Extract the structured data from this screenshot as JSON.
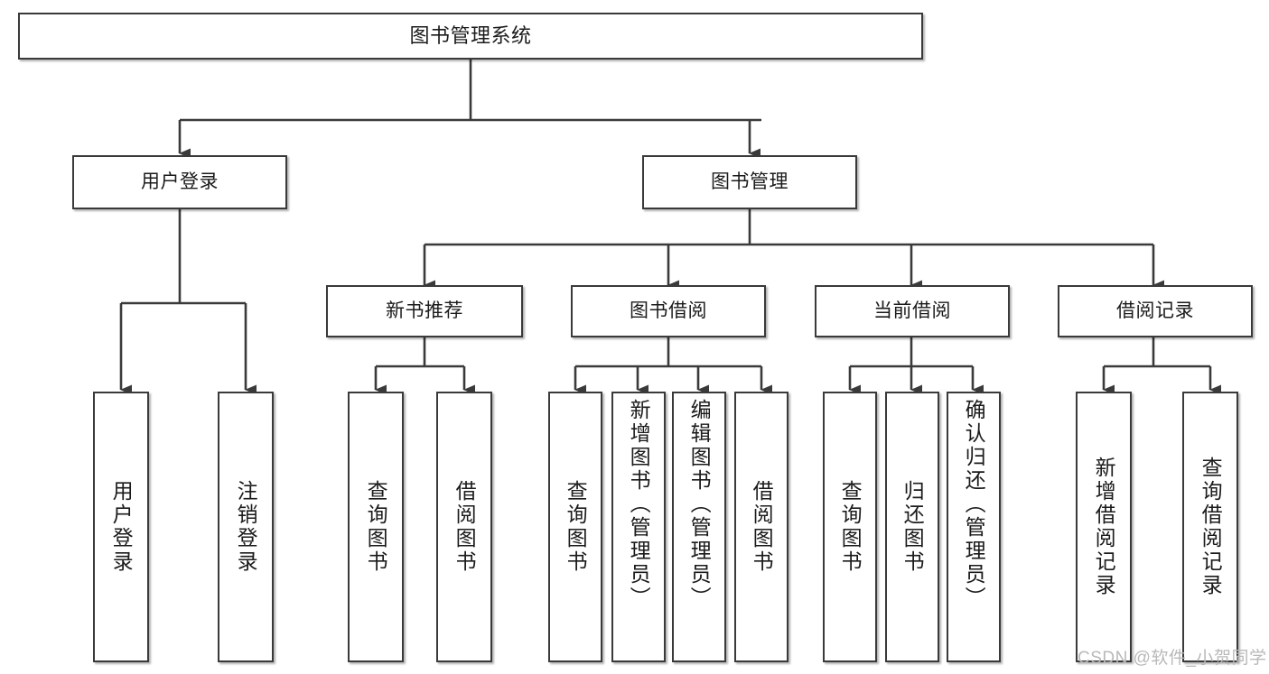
{
  "diagram": {
    "title": "图书管理系统",
    "type": "tree-hierarchy",
    "watermark": "CSDN @软件_小贺同学",
    "colors": {
      "node_border": "#3a3a3a",
      "node_fill": "#ffffff",
      "edge": "#3a3a3a",
      "text": "#1b1b1b",
      "watermark": "#b9b9b9",
      "background": "#ffffff"
    },
    "nodes": {
      "root": {
        "label": "图书管理系统"
      },
      "level2": [
        {
          "id": "user-login",
          "label": "用户登录"
        },
        {
          "id": "book-management",
          "label": "图书管理"
        }
      ],
      "level3": [
        {
          "id": "new-book-recommend",
          "label": "新书推荐"
        },
        {
          "id": "book-borrow",
          "label": "图书借阅"
        },
        {
          "id": "current-borrow",
          "label": "当前借阅"
        },
        {
          "id": "borrow-record",
          "label": "借阅记录"
        }
      ],
      "leaves": [
        {
          "id": "leaf-user-login",
          "label": "用户登录",
          "parent": "user-login"
        },
        {
          "id": "leaf-logout",
          "label": "注销登录",
          "parent": "user-login"
        },
        {
          "id": "leaf-query-book-1",
          "label": "查询图书",
          "parent": "new-book-recommend"
        },
        {
          "id": "leaf-borrow-book-1",
          "label": "借阅图书",
          "parent": "new-book-recommend"
        },
        {
          "id": "leaf-query-book-2",
          "label": "查询图书",
          "parent": "book-borrow"
        },
        {
          "id": "leaf-add-book",
          "label": "新增图书（管理员）",
          "parent": "book-borrow"
        },
        {
          "id": "leaf-edit-book",
          "label": "编辑图书（管理员）",
          "parent": "book-borrow"
        },
        {
          "id": "leaf-borrow-book-2",
          "label": "借阅图书",
          "parent": "book-borrow"
        },
        {
          "id": "leaf-query-book-3",
          "label": "查询图书",
          "parent": "current-borrow"
        },
        {
          "id": "leaf-return-book",
          "label": "归还图书",
          "parent": "current-borrow"
        },
        {
          "id": "leaf-confirm-return",
          "label": "确认归还（管理员）",
          "parent": "current-borrow"
        },
        {
          "id": "leaf-add-record",
          "label": "新增借阅记录",
          "parent": "borrow-record"
        },
        {
          "id": "leaf-query-record",
          "label": "查询借阅记录",
          "parent": "borrow-record"
        }
      ]
    }
  }
}
